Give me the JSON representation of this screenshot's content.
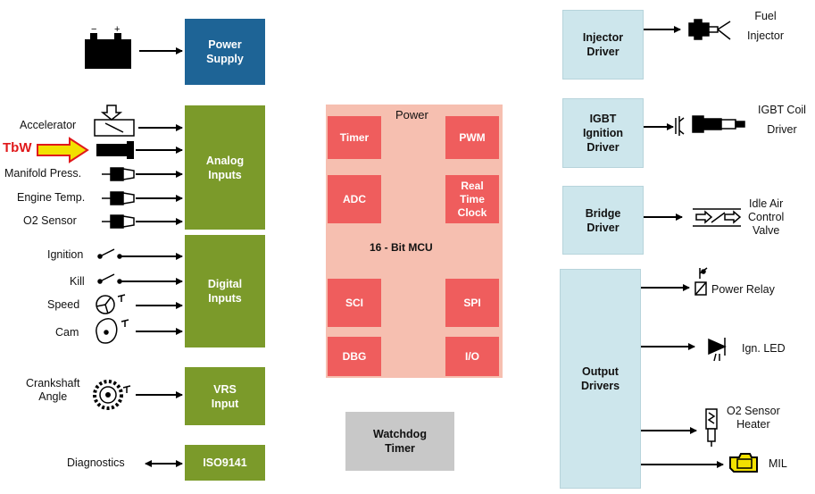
{
  "colors": {
    "power_supply": "#1e6496",
    "inputs": "#7b9a2a",
    "drivers": "#cde6ec",
    "mcu_body": "#f6bfb0",
    "mcu_peripheral": "#ef5d5d",
    "watchdog": "#c8c8c8",
    "tbw_text": "#e0191b",
    "tbw_arrow": "#f2e100"
  },
  "blocks": {
    "power_supply": "Power\nSupply",
    "analog_inputs": "Analog\nInputs",
    "digital_inputs": "Digital\nInputs",
    "vrs_input": "VRS\nInput",
    "iso9141": "ISO9141",
    "injector_driver": "Injector\nDriver",
    "igbt_driver": "IGBT\nIgnition\nDriver",
    "bridge_driver": "Bridge\nDriver",
    "output_drivers": "Output\nDrivers",
    "watchdog": "Watchdog\nTimer"
  },
  "mcu": {
    "power": "Power",
    "name": "16 - Bit MCU",
    "timer": "Timer",
    "pwm": "PWM",
    "adc": "ADC",
    "rtc": "Real\nTime\nClock",
    "sci": "SCI",
    "spi": "SPI",
    "dbg": "DBG",
    "io": "I/O"
  },
  "inputs": {
    "accelerator": "Accelerator",
    "tbw": "TbW",
    "manifold": "Manifold Press.",
    "engine_temp": "Engine Temp.",
    "o2_sensor": "O2 Sensor",
    "ignition": "Ignition",
    "kill": "Kill",
    "speed": "Speed",
    "cam": "Cam",
    "crankshaft": "Crankshaft\nAngle",
    "diagnostics": "Diagnostics"
  },
  "outputs": {
    "fuel_injector": "Fuel\n\nInjector",
    "igbt_coil": "IGBT Coil\n\nDriver",
    "idle_air": "Idle Air\nControl\nValve",
    "power_relay": "Power Relay",
    "ign_led": "Ign. LED",
    "o2_heater": "O2 Sensor\nHeater",
    "mil": "MIL"
  },
  "icons": {
    "battery": "battery-icon",
    "accelerator_pedal": "accelerator-pedal-icon",
    "tbw_arrow": "yellow-arrow-icon",
    "sensor_plug": "sensor-connector-icon",
    "switch": "switch-icon",
    "wheel_sensor": "speed-wheel-icon",
    "cam_sensor": "cam-lobe-icon",
    "gear_sensor": "crank-gear-icon",
    "injector": "fuel-injector-icon",
    "coil": "ignition-coil-icon",
    "valve": "idle-valve-icon",
    "relay": "relay-icon",
    "led": "led-icon",
    "heater": "o2-heater-icon",
    "engine": "engine-lamp-icon"
  }
}
